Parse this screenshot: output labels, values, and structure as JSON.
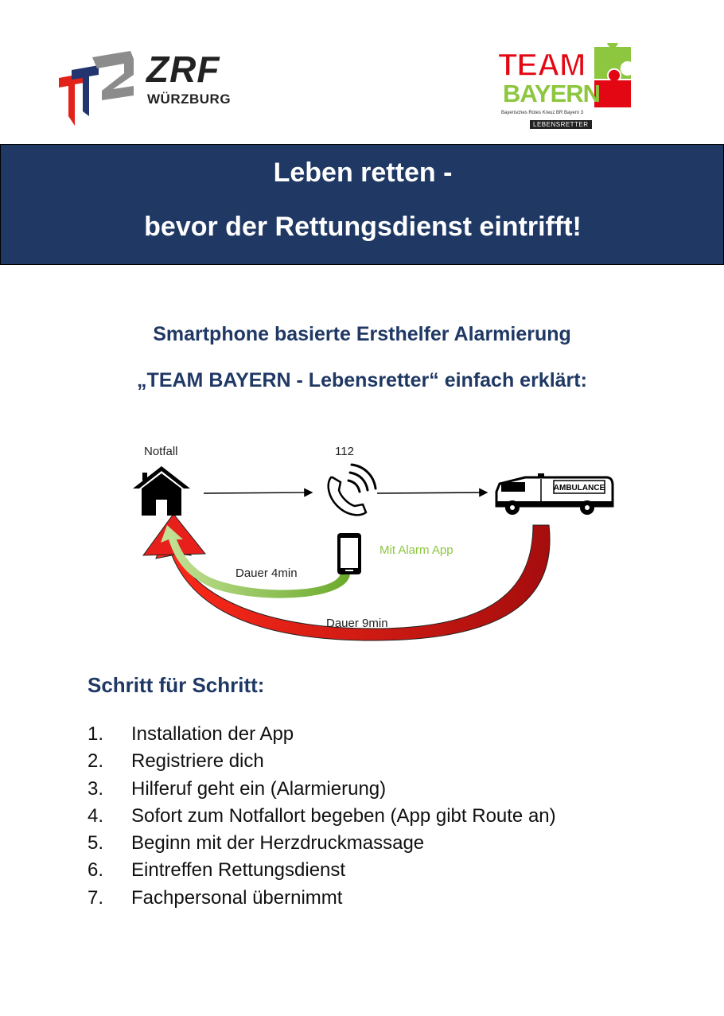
{
  "logos": {
    "zrf": {
      "name": "ZRF",
      "city": "WÜRZBURG"
    },
    "team_bayern": {
      "line1": "TEAM",
      "line2": "BAYERN",
      "subtitle": "Bayerisches Rotes Kreuz  BR Bayern 3",
      "badge": "LEBENSRETTER"
    }
  },
  "banner": {
    "line1": "Leben retten -",
    "line2": "bevor der Rettungsdienst eintrifft!"
  },
  "subheading": {
    "line1": "Smartphone basierte Ersthelfer Alarmierung",
    "line2": "„TEAM BAYERN - Lebensretter“ einfach erklärt:"
  },
  "diagram": {
    "notfall": "Notfall",
    "emergency_number": "112",
    "ambulance_text": "AMBULANCE",
    "app_label": "Mit Alarm App",
    "app_duration": "Dauer 4min",
    "ambulance_duration": "Dauer 9min",
    "icons": [
      "house-icon",
      "phone-call-icon",
      "ambulance-icon",
      "smartphone-icon"
    ],
    "colors": {
      "green_arrow": "#8dc63f",
      "red_arrow": "#e8201c"
    }
  },
  "steps": {
    "title": "Schritt für Schritt:",
    "items": [
      {
        "num": "1.",
        "text": "Installation der App"
      },
      {
        "num": "2.",
        "text": "Registriere dich"
      },
      {
        "num": "3.",
        "text": "Hilferuf geht ein (Alarmierung)"
      },
      {
        "num": "4.",
        "text": "Sofort zum Notfallort begeben (App gibt Route an)"
      },
      {
        "num": "5.",
        "text": "Beginn mit der Herzdruckmassage"
      },
      {
        "num": "6.",
        "text": "Eintreffen Rettungsdienst"
      },
      {
        "num": "7.",
        "text": "Fachpersonal übernimmt"
      }
    ]
  },
  "colors": {
    "banner": "#1f3864",
    "heading_text": "#1f3864"
  }
}
